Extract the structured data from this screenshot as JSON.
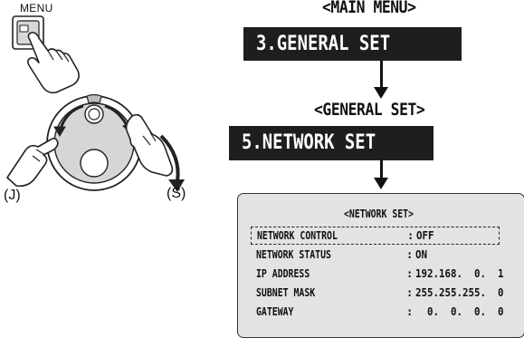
{
  "device": {
    "menu_button_label": "MENU",
    "jog_left_label": "(J)",
    "jog_right_label": "(S)"
  },
  "main_menu": {
    "title": "<MAIN MENU>",
    "selected_item": "3.GENERAL SET"
  },
  "general_set": {
    "title": "<GENERAL SET>",
    "selected_item": "5.NETWORK SET"
  },
  "network_set": {
    "title": "<NETWORK SET>",
    "rows": [
      {
        "label": "NETWORK CONTROL",
        "value": "OFF"
      },
      {
        "label": "NETWORK STATUS",
        "value": "ON"
      },
      {
        "label": "IP ADDRESS",
        "value": "192.168.  0.  1"
      },
      {
        "label": "SUBNET MASK",
        "value": "255.255.255.  0"
      },
      {
        "label": "GATEWAY",
        "value": "  0.  0.  0.  0"
      }
    ]
  },
  "colors": {
    "bar_background": "#1e1e1e",
    "panel_background": "#e3e3e3"
  }
}
